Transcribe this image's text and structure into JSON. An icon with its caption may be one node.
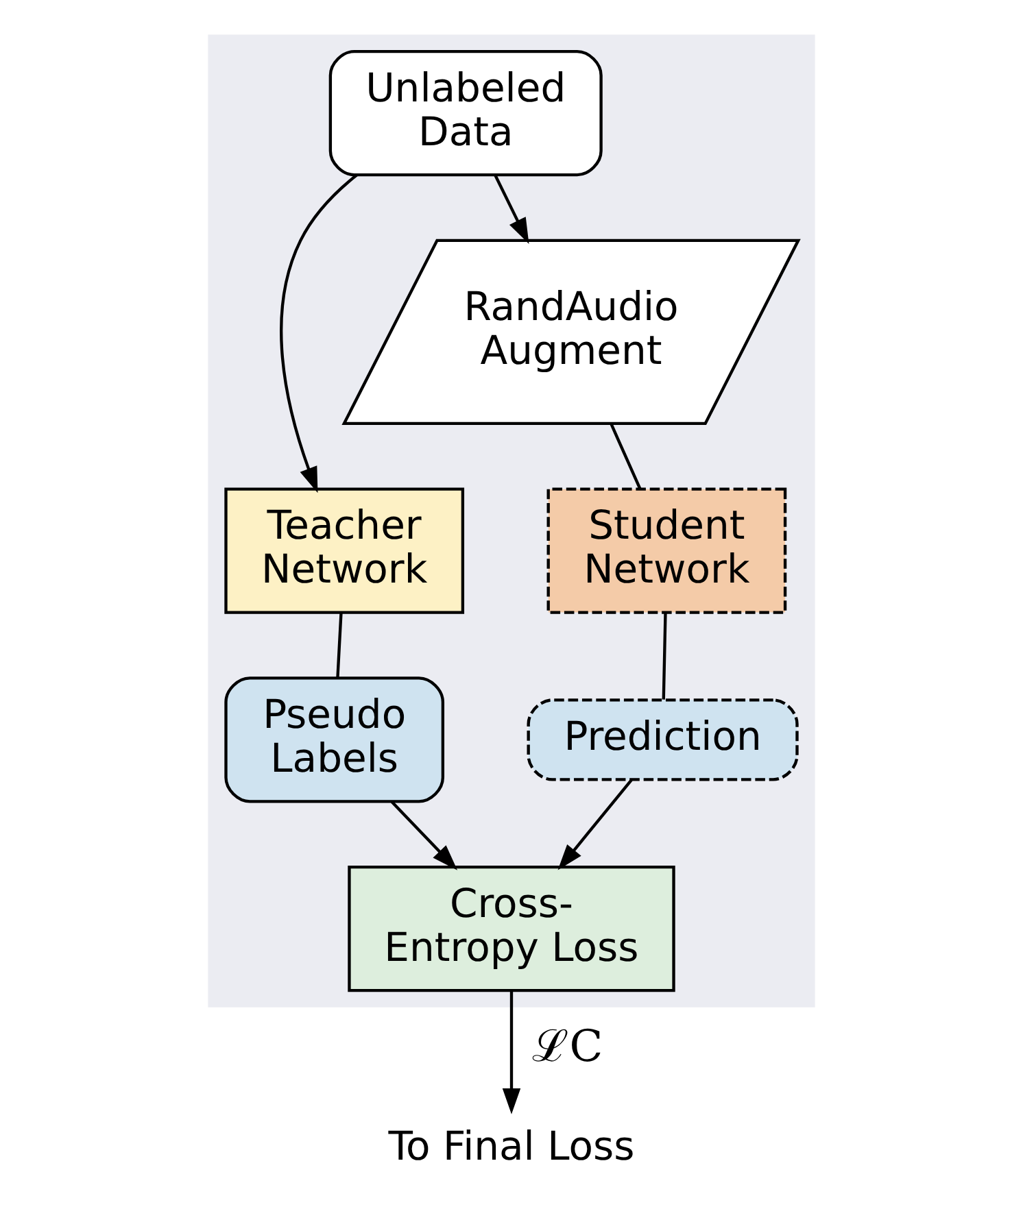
{
  "diagram": {
    "nodes": [
      {
        "text": [],
        "shape": "box"
      },
      {
        "text": [
          "Unlabeled Data"
        ],
        "in": 0
      },
      {
        "text": [
          "RandAudio Augment"
        ],
        "in": 0
      },
      {
        "text": [
          "Teacher Network"
        ],
        "in": 0
      },
      {
        "text": [
          "Student Network"
        ],
        "in": 0
      },
      {
        "text": [
          "Pseudo Labels"
        ],
        "in": 0
      },
      {
        "text": [
          "Prediction"
        ],
        "in": 0
      },
      {
        "text": [
          "Cross-Entropy Loss"
        ],
        "in": 0
      },
      {
        "text": [
          "To Final Loss"
        ]
      }
    ],
    "edges": [
      {
        "from": 1,
        "to": 3,
        "arrow": "to"
      },
      {
        "from": 1,
        "to": 2,
        "arrow": "to"
      },
      {
        "from": 2,
        "to": 4,
        "arrow": "none"
      },
      {
        "from": 3,
        "to": 5,
        "arrow": "none"
      },
      {
        "from": 4,
        "to": 6,
        "arrow": "none"
      },
      {
        "from": 5,
        "to": 7,
        "arrow": "to"
      },
      {
        "from": 6,
        "to": 7,
        "arrow": "to"
      },
      {
        "from": 7,
        "to": 8,
        "arrow": "to",
        "label": "ℒC"
      }
    ]
  }
}
